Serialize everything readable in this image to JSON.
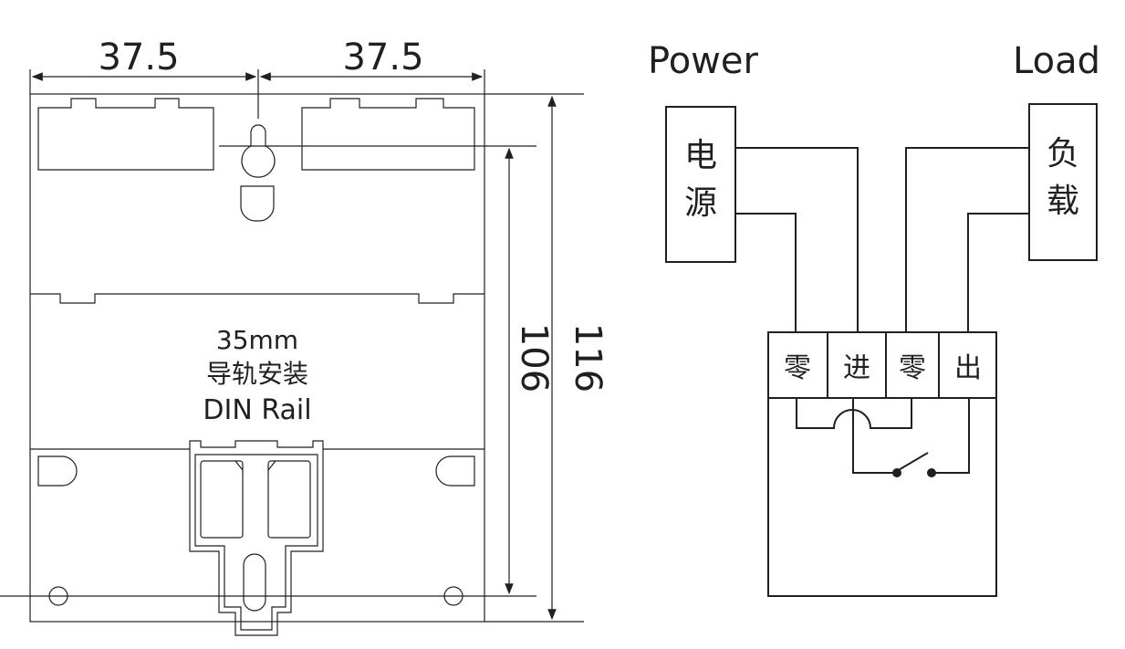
{
  "dimensions": {
    "width_left": "37.5",
    "width_right": "37.5",
    "height_inner": "106",
    "height_outer": "116"
  },
  "mount": {
    "line1": "35mm",
    "line2": "导轨安装",
    "line3": "DIN Rail"
  },
  "wiring": {
    "power_label": "Power",
    "load_label": "Load",
    "power_box": [
      "电",
      "源"
    ],
    "load_box": [
      "负",
      "载"
    ],
    "terminals": [
      "零",
      "进",
      "零",
      "出"
    ]
  }
}
